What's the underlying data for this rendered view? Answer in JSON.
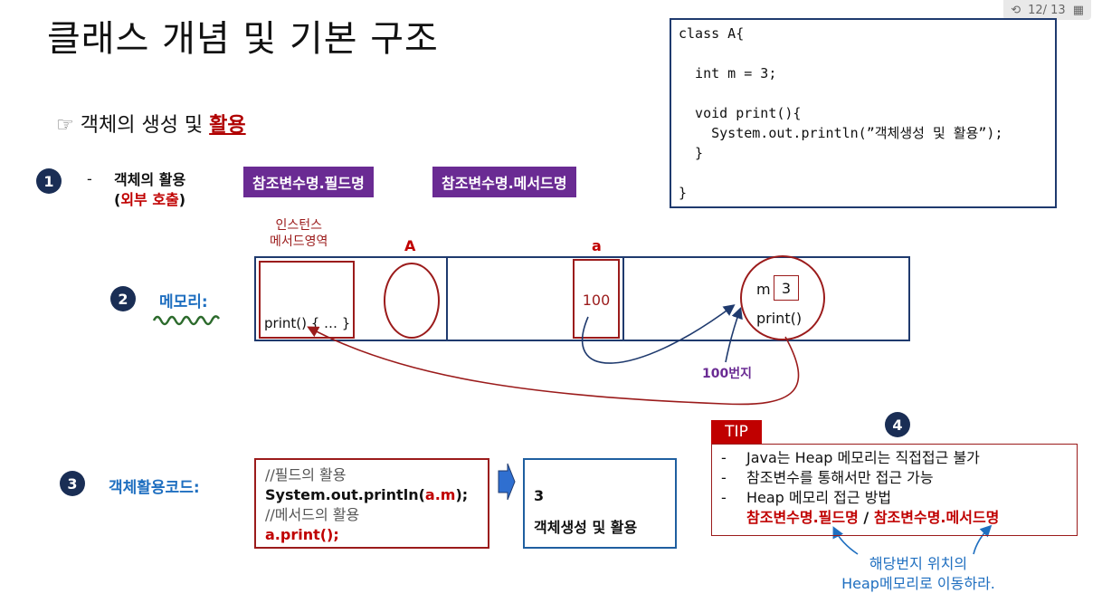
{
  "viewer": {
    "page_indicator": "12/ 13"
  },
  "slide": {
    "title": "클래스 개념 및 기본 구조",
    "subtitle_icon": "☞",
    "subtitle_prefix": "객체의 생성 및 ",
    "subtitle_highlight": "활용",
    "code_lines": [
      "class A{",
      "",
      "  int m = 3;",
      "",
      "  void print(){",
      "    System.out.println(”객체생성 및 활용”);",
      "  }",
      "",
      "}"
    ],
    "step1": {
      "num": "1",
      "dash": "-",
      "label_line1": "객체의 활용",
      "label_paren_open": "(",
      "label_red": "외부 호출",
      "label_paren_close": ")",
      "box_field": "참조변수명.필드명",
      "box_method": "참조변수명.메서드명"
    },
    "step2": {
      "num": "2",
      "label": "메모리:",
      "method_area_label_1": "인스턴스",
      "method_area_label_2": "메서드영역",
      "class_label": "A",
      "var_label": "a",
      "method_code": "print() { … }",
      "var_value": "100",
      "field_name": "m",
      "field_value": "3",
      "obj_method": "print()",
      "address_label": "100번지"
    },
    "step3": {
      "num": "3",
      "label": "객체활용코드:",
      "code_comment1": "//필드의 활용",
      "code_line1_prefix": "System.out.println(",
      "code_line1_red": "a.m",
      "code_line1_suffix": ");",
      "code_comment2": "//메서드의 활용",
      "code_line2": "a.print();",
      "result_1": "3",
      "result_2": "객체생성 및 활용"
    },
    "tip": {
      "num": "4",
      "tag": "TIP",
      "line1": "Java는 Heap 메모리는 직접접근 불가",
      "line2": "참조변수를 통해서만 접근 가능",
      "line3": "Heap 메모리 접근 방법",
      "line4_a": "참조변수명.필드명",
      "line4_sep": " / ",
      "line4_b": "참조변수명.메서드명",
      "dash": "-",
      "note_1": "해당번지 위치의",
      "note_2": "Heap메모리로 이동하라."
    },
    "colors": {
      "navy": "#1a2e55",
      "purple": "#6a2b93",
      "red": "#c00000",
      "blue": "#1f6fc0"
    }
  }
}
